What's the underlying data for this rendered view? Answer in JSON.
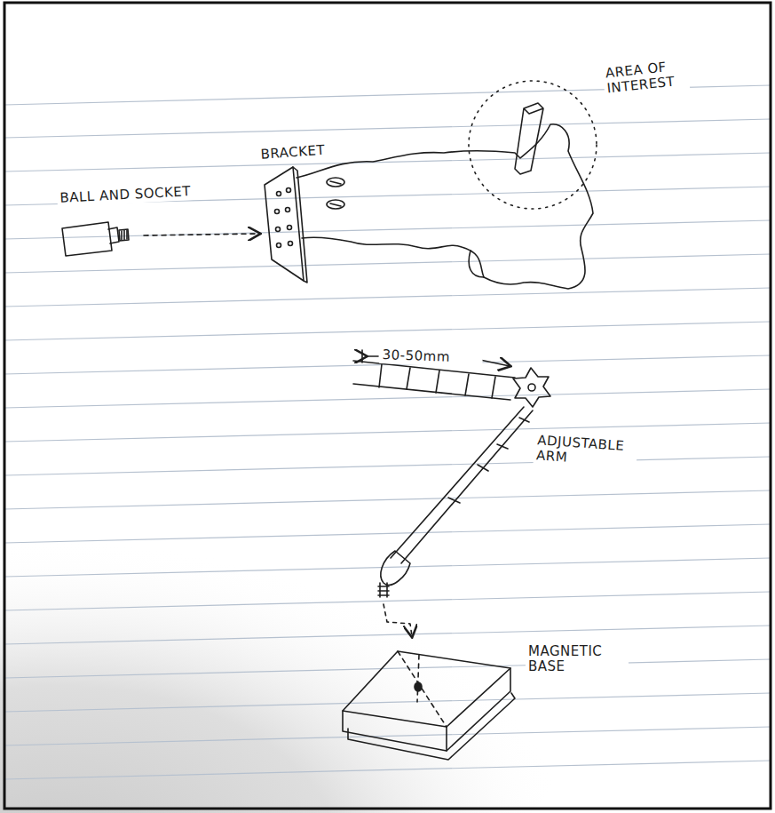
{
  "diagram": {
    "labels": [
      "BALL AND SOCKET",
      "BRACKET",
      "AREA OF INTEREST",
      "30-50mm",
      "ADJUSTABLE ARM",
      "MAGNETIC BASE"
    ]
  }
}
